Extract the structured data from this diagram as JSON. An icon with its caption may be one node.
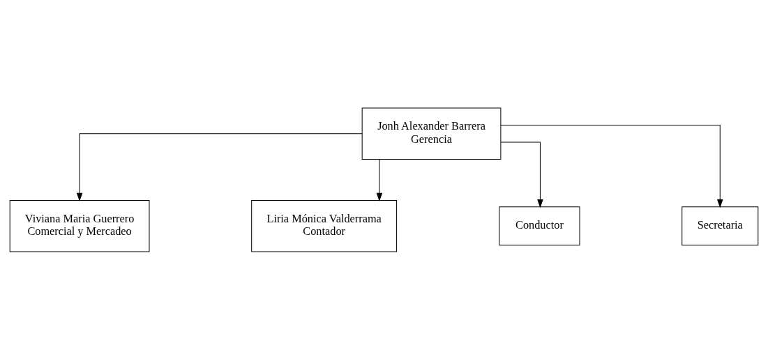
{
  "diagram": {
    "nodes": [
      {
        "text": [
          "Jonh Alexander Barrera",
          "Gerencia"
        ]
      },
      {
        "text": [
          "Viviana Maria Guerrero",
          "Comercial y Mercadeo"
        ]
      },
      {
        "text": [
          "Liria Mónica Valderrama",
          "Contador"
        ]
      },
      {
        "text": [
          "Conductor"
        ]
      },
      {
        "text": [
          "Secretaria"
        ]
      }
    ],
    "edges": [
      {
        "from": 0,
        "to": 1,
        "arrow": "to"
      },
      {
        "from": 0,
        "to": 2,
        "arrow": "to"
      },
      {
        "from": 0,
        "to": 3,
        "arrow": "to"
      },
      {
        "from": 0,
        "to": 4,
        "arrow": "to"
      }
    ]
  }
}
